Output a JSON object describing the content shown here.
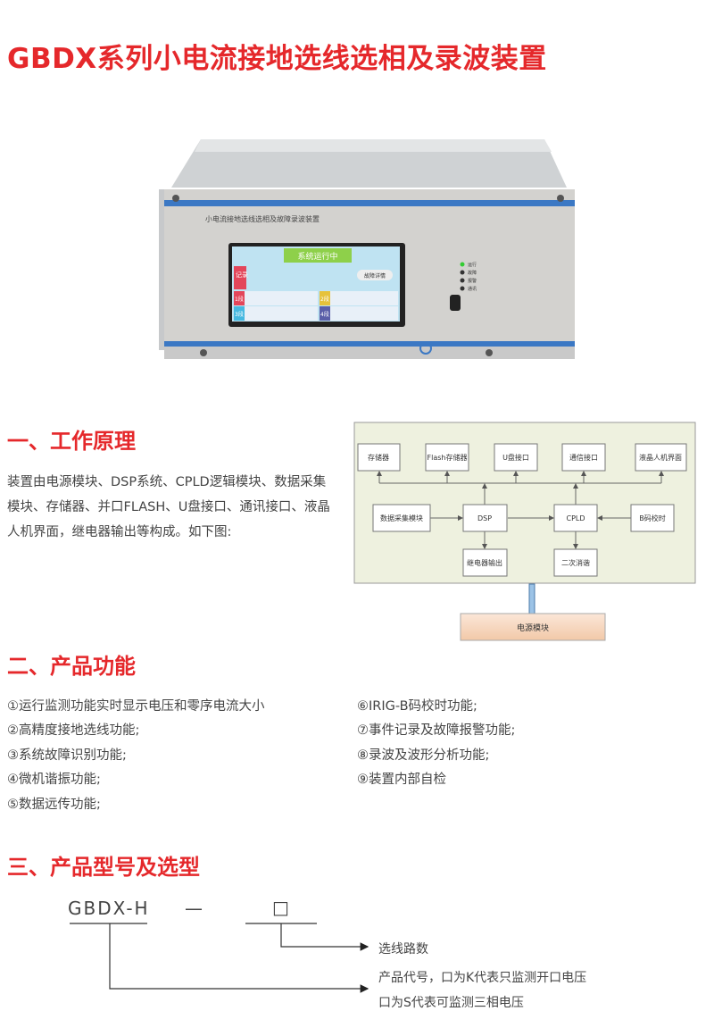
{
  "title": "GBDX系列小电流接地选线选相及录波装置",
  "device": {
    "panel_label": "小电流接地选线选相及故障录波装置",
    "screen_status": "系统运行中",
    "screen_button": "故障详情",
    "screen_record_label": "记录",
    "screen_segments": [
      "1段",
      "2段",
      "3段",
      "4段"
    ],
    "indicators": [
      "运行",
      "故障",
      "报警",
      "通讯"
    ]
  },
  "section1": {
    "heading": "一、工作原理",
    "text": "装置由电源模块、DSP系统、CPLD逻辑模块、数据采集模块、存储器、并口FLASH、U盘接口、通讯接口、液晶人机界面，继电器输出等构成。如下图:",
    "diagram": {
      "top": [
        "存储器",
        "Flash存储器",
        "U盘接口",
        "通信接口",
        "液晶人机界面"
      ],
      "data_acq": "数据采集模块",
      "dsp": "DSP",
      "cpld": "CPLD",
      "bcode": "B码校时",
      "relay": "继电器输出",
      "harmonic": "二次消谐",
      "power": "电源模块"
    }
  },
  "section2": {
    "heading": "二、产品功能",
    "left": [
      "①运行监测功能实时显示电压和零序电流大小",
      "②高精度接地选线功能;",
      "③系统故障识别功能;",
      "④微机谐振功能;",
      "⑤数据远传功能;"
    ],
    "right": [
      "⑥IRIG-B码校时功能;",
      "⑦事件记录及故障报警功能;",
      "⑧录波及波形分析功能;",
      "⑨装置内部自检"
    ]
  },
  "section3": {
    "heading": "三、产品型号及选型",
    "model": "GBDX-H",
    "dash": "—",
    "box": "□",
    "note1": "选线路数",
    "note2": "产品代号，口为K代表只监测开口电压",
    "note3": "口为S代表可监测三相电压"
  }
}
